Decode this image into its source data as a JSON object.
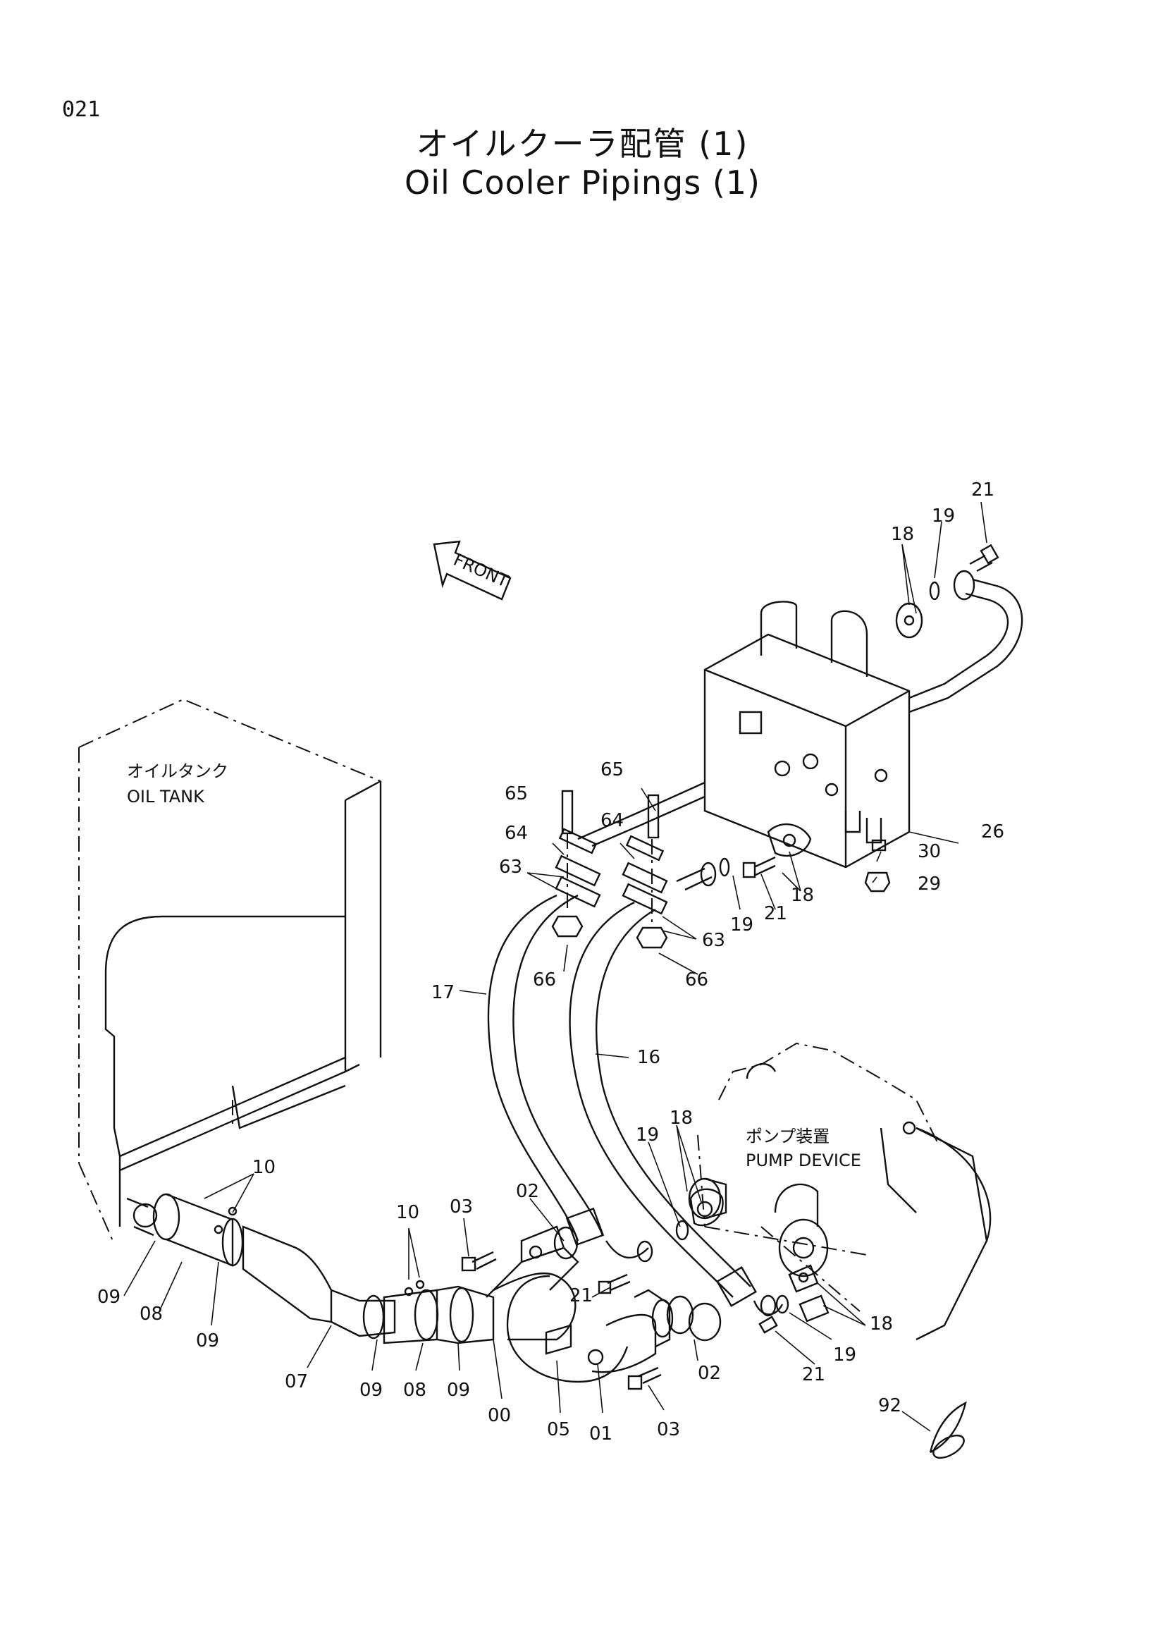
{
  "page_number": "021",
  "title_jp": "オイルクーラ配管 (1)",
  "title_en": "Oil Cooler Pipings (1)",
  "front_arrow": "FRONT",
  "areas": {
    "oil_tank_jp": "オイルタンク",
    "oil_tank_en": "OIL TANK",
    "pump_jp": "ポンプ装置",
    "pump_en": "PUMP DEVICE"
  },
  "callouts": [
    {
      "id": "c-21-top",
      "text": "21"
    },
    {
      "id": "c-19-top",
      "text": "19"
    },
    {
      "id": "c-18-top",
      "text": "18"
    },
    {
      "id": "c-26",
      "text": "26"
    },
    {
      "id": "c-30",
      "text": "30"
    },
    {
      "id": "c-29",
      "text": "29"
    },
    {
      "id": "c-65-left",
      "text": "65"
    },
    {
      "id": "c-65-right",
      "text": "65"
    },
    {
      "id": "c-64-left",
      "text": "64"
    },
    {
      "id": "c-64-right",
      "text": "64"
    },
    {
      "id": "c-63-left",
      "text": "63"
    },
    {
      "id": "c-63-right",
      "text": "63"
    },
    {
      "id": "c-66-left",
      "text": "66"
    },
    {
      "id": "c-66-right",
      "text": "66"
    },
    {
      "id": "c-19-mid",
      "text": "19"
    },
    {
      "id": "c-21-mid",
      "text": "21"
    },
    {
      "id": "c-18-mid",
      "text": "18"
    },
    {
      "id": "c-17",
      "text": "17"
    },
    {
      "id": "c-16",
      "text": "16"
    },
    {
      "id": "c-18-pump",
      "text": "18"
    },
    {
      "id": "c-19-pump",
      "text": "19"
    },
    {
      "id": "c-10-left",
      "text": "10"
    },
    {
      "id": "c-10-mid",
      "text": "10"
    },
    {
      "id": "c-03-top",
      "text": "03"
    },
    {
      "id": "c-02-top",
      "text": "02"
    },
    {
      "id": "c-21-low",
      "text": "21"
    },
    {
      "id": "c-09-a",
      "text": "09"
    },
    {
      "id": "c-08-a",
      "text": "08"
    },
    {
      "id": "c-09-b",
      "text": "09"
    },
    {
      "id": "c-07",
      "text": "07"
    },
    {
      "id": "c-09-c",
      "text": "09"
    },
    {
      "id": "c-08-b",
      "text": "08"
    },
    {
      "id": "c-09-d",
      "text": "09"
    },
    {
      "id": "c-00",
      "text": "00"
    },
    {
      "id": "c-05",
      "text": "05"
    },
    {
      "id": "c-01",
      "text": "01"
    },
    {
      "id": "c-03-bottom",
      "text": "03"
    },
    {
      "id": "c-02-bottom",
      "text": "02"
    },
    {
      "id": "c-18-bottom",
      "text": "18"
    },
    {
      "id": "c-19-bottom",
      "text": "19"
    },
    {
      "id": "c-21-bottom",
      "text": "21"
    },
    {
      "id": "c-92",
      "text": "92"
    }
  ]
}
